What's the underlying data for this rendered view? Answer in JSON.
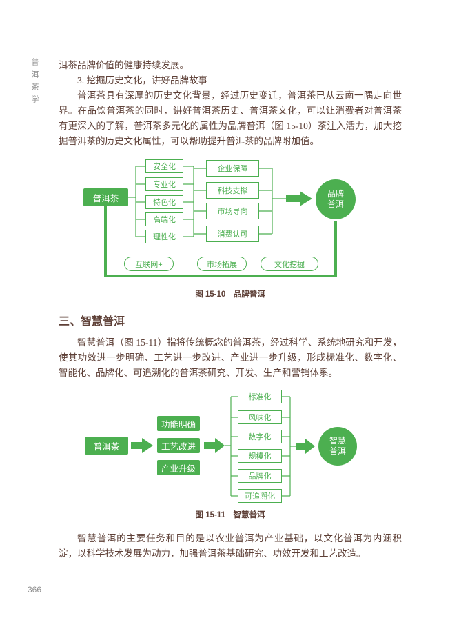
{
  "page": {
    "side_label": "普洱茶学",
    "page_number": "366"
  },
  "intro": {
    "continuation": "洱茶品牌价值的健康持续发展。",
    "sub_heading": "3. 挖掘历史文化，讲好品牌故事",
    "para": "普洱茶具有深厚的历史文化背景，经过历史变迁，普洱茶已从云南一隅走向世界。在品饮普洱茶的同时，讲好普洱茶历史、普洱茶文化，可以让消费者对普洱茶有更深入的了解，普洱茶多元化的属性为品牌普洱（图 15-10）茶注入活力，加大挖掘普洱茶的历史文化属性，可以帮助提升普洱茶的品牌附加值。"
  },
  "figure1": {
    "source": "普洱茶",
    "middle": [
      "安全化",
      "专业化",
      "特色化",
      "高端化",
      "理性化"
    ],
    "right": [
      "企业保障",
      "科技支撑",
      "市场导向",
      "消费认可"
    ],
    "result": "品牌普洱",
    "bottom": [
      "互联网+",
      "市场拓展",
      "文化挖掘"
    ],
    "caption": "图 15-10　品牌普洱"
  },
  "section": {
    "heading": "三、智慧普洱",
    "para": "智慧普洱（图 15-11）指将传统概念的普洱茶，经过科学、系统地研究和开发，使其功效进一步明确、工艺进一步改进、产业进一步升级，形成标准化、数字化、智能化、品牌化、可追溯化的普洱茶研究、开发、生产和营销体系。"
  },
  "figure2": {
    "source": "普洱茶",
    "middle": [
      "功能明确",
      "工艺改进",
      "产业升级"
    ],
    "right": [
      "标准化",
      "风味化",
      "数字化",
      "规模化",
      "品牌化",
      "可追溯化"
    ],
    "result": "智慧普洱",
    "caption": "图 15-11　智慧普洱"
  },
  "closing": {
    "para": "智慧普洱的主要任务和目的是以农业普洱为产业基础，以文化普洱为内涵积淀，以科学技术发展为动力，加强普洱茶基础研究、功效开发和工艺改造。"
  },
  "colors": {
    "green": "#4caf50",
    "text": "#5e4037",
    "muted": "#8f8f8f"
  }
}
